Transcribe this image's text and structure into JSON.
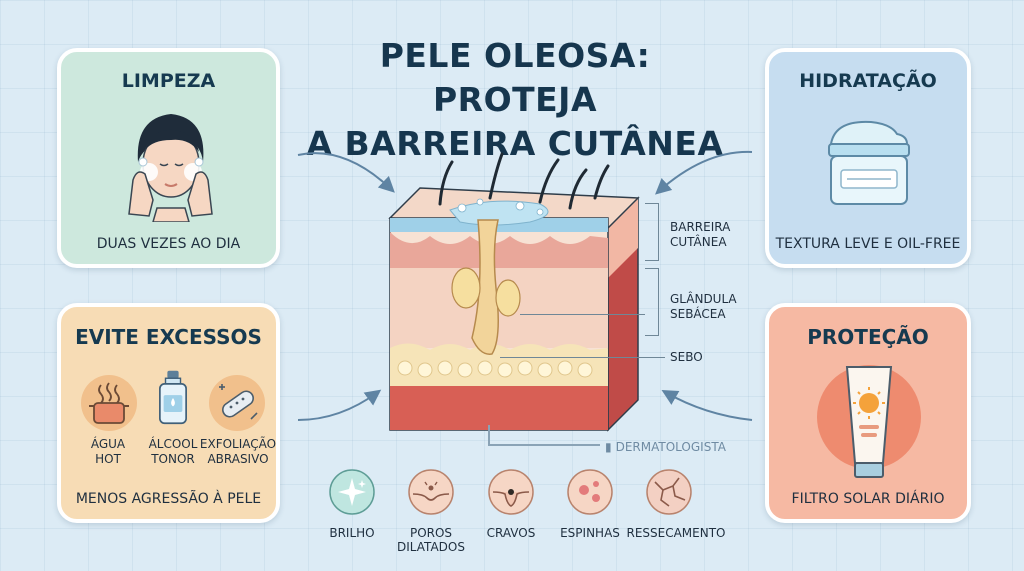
{
  "title": {
    "line1": "PELE OLEOSA: PROTEJA",
    "line2": "A BARREIRA CUTÂNEA"
  },
  "cards": {
    "limpeza": {
      "heading": "LIMPEZA",
      "caption": "DUAS VEZES AO DIA",
      "icon": "face-washing-icon"
    },
    "hidratacao": {
      "heading": "HIDRATAÇÃO",
      "caption": "TEXTURA LEVE E OIL-FREE",
      "icon": "cream-jar-icon"
    },
    "evite": {
      "heading": "EVITE EXCESSOS",
      "caption": "MENOS AGRESSÃO À PELE",
      "items": [
        {
          "line1": "ÁGUA",
          "line2": "HOT",
          "icon": "hot-water-pot-icon"
        },
        {
          "line1": "ÁLCOOL",
          "line2": "TONOR",
          "icon": "alcohol-bottle-icon"
        },
        {
          "line1": "EXFOLIAÇÃO",
          "line2": "ABRASIVO",
          "icon": "exfoliation-icon"
        }
      ]
    },
    "protecao": {
      "heading": "PROTEÇÃO",
      "caption": "FILTRO SOLAR DIÁRIO",
      "icon": "sunscreen-tube-icon"
    }
  },
  "skin_labels": {
    "barreira_line1": "BARREIRA",
    "barreira_line2": "CUTÂNEA",
    "glandula_line1": "GLÂNDULA",
    "glandula_line2": "SEBÁCEA",
    "sebo": "SEBO"
  },
  "watermark": "DERMATOLOGISTA",
  "problems": [
    {
      "line1": "BRILHO",
      "line2": "",
      "icon": "sparkle-icon"
    },
    {
      "line1": "POROS",
      "line2": "DILATADOS",
      "icon": "pore-icon"
    },
    {
      "line1": "CRAVOS",
      "line2": "",
      "icon": "blackhead-icon"
    },
    {
      "line1": "ESPINHAS",
      "line2": "",
      "icon": "pimple-icon"
    },
    {
      "line1": "RESSECAMENTO",
      "line2": "",
      "icon": "dry-crack-icon"
    }
  ],
  "colors": {
    "background": "#dcebf5",
    "limpeza": "#cde8dd",
    "hidratacao": "#c6ddf0",
    "evite": "#f7dcb5",
    "protecao": "#f6b9a3",
    "title": "#16364e"
  }
}
